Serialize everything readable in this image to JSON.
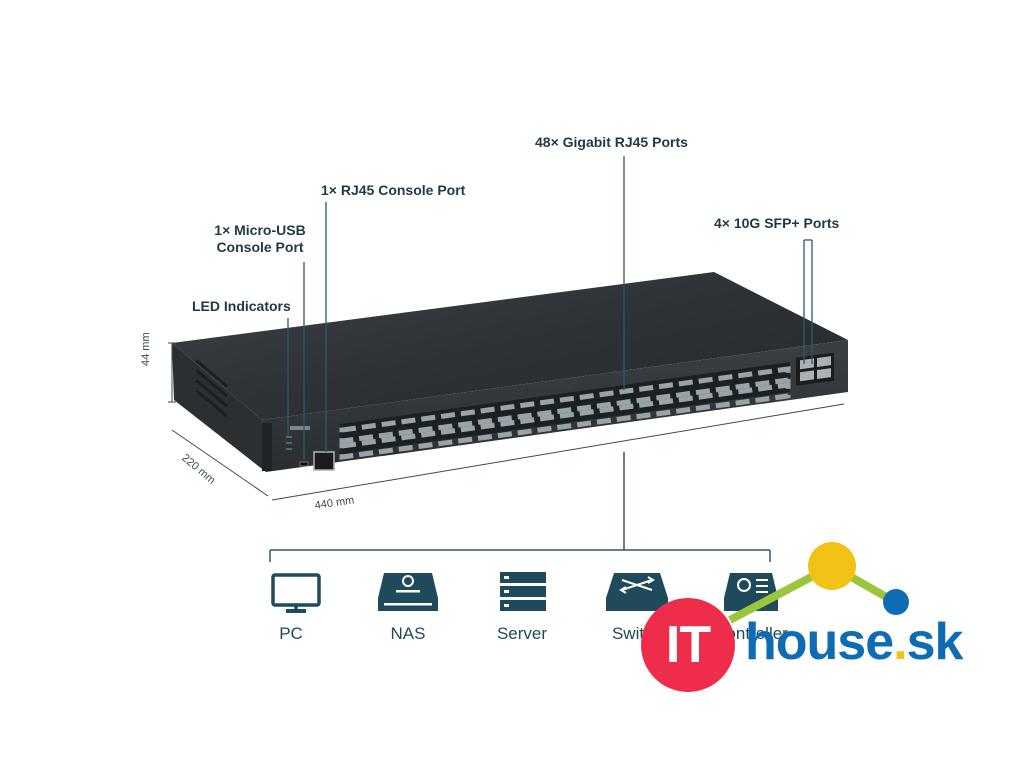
{
  "callouts": {
    "led": "LED Indicators",
    "usb_line1": "1× Micro-USB",
    "usb_line2": "Console Port",
    "rj45_console": "1× RJ45 Console Port",
    "gigabit": "48× Gigabit RJ45 Ports",
    "sfp": "4× 10G SFP+ Ports"
  },
  "dimensions": {
    "height": "44 mm",
    "depth": "220 mm",
    "width": "440 mm"
  },
  "devices": [
    {
      "label": "PC",
      "icon": "monitor-icon"
    },
    {
      "label": "NAS",
      "icon": "nas-icon"
    },
    {
      "label": "Server",
      "icon": "server-icon"
    },
    {
      "label": "Switch",
      "icon": "switch-icon"
    },
    {
      "label": "Controller",
      "icon": "controller-icon"
    }
  ],
  "logo": {
    "it": "IT",
    "house": "house",
    "dot": ".",
    "tld": "sk"
  },
  "colors": {
    "line": "#2d5a6a",
    "device_icon": "#1f4a5c",
    "logo_red": "#ee2c4c",
    "logo_blue": "#0e6cb5",
    "logo_yellow": "#f2c316",
    "logo_green": "#9bc53d"
  }
}
